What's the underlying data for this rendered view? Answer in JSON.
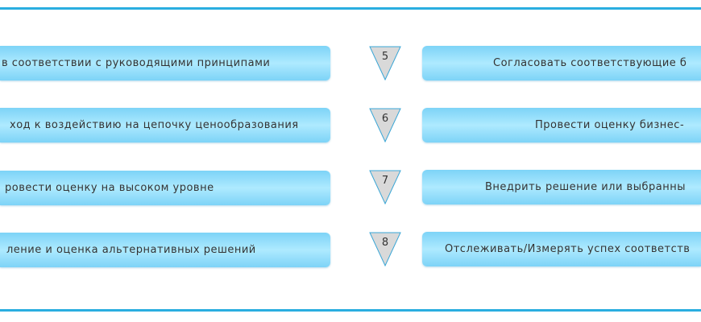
{
  "left_steps": [
    "в соответствии с руководящими принципами",
    "ход к воздействию на цепочку ценообразования",
    "ровести оценку на высоком уровне",
    "ление и оценка альтернативных решений"
  ],
  "step_numbers": [
    "5",
    "6",
    "7",
    "8"
  ],
  "right_steps": [
    "Согласовать соответствующие б",
    "Провести оценку бизнес-",
    "Внедрить решение или выбранны",
    "Отслеживать/Измерять успех соответств"
  ]
}
